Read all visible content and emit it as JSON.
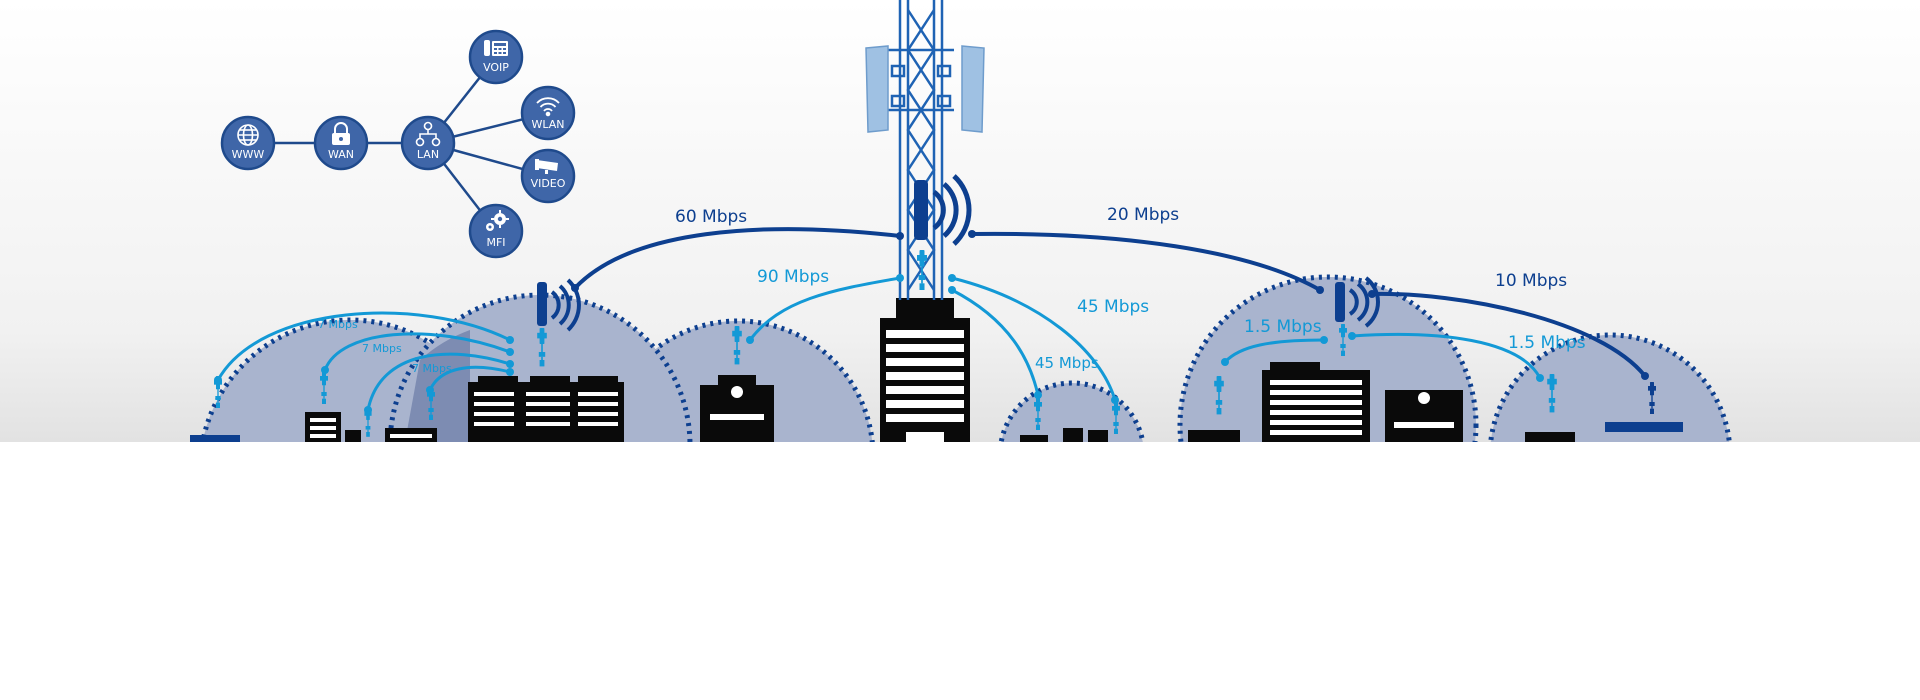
{
  "colors": {
    "navy": "#0d3f8f",
    "cyan": "#1399d6",
    "node_fill": "#3f66a8",
    "node_stroke": "#1f4a8c",
    "dome": "#a9b4ce",
    "dome_dark": "#7d8cb2",
    "building": "#0a0a0a",
    "tower": "#1f63b4",
    "panel": "#9fc1e3"
  },
  "network_nodes": [
    {
      "id": "www",
      "label": "WWW",
      "icon": "globe-icon"
    },
    {
      "id": "wan",
      "label": "WAN",
      "icon": "lock-icon"
    },
    {
      "id": "lan",
      "label": "LAN",
      "icon": "network-icon"
    },
    {
      "id": "voip",
      "label": "VOIP",
      "icon": "phone-icon"
    },
    {
      "id": "wlan",
      "label": "WLAN",
      "icon": "wifi-icon"
    },
    {
      "id": "video",
      "label": "VIDEO",
      "icon": "camera-icon"
    },
    {
      "id": "mfi",
      "label": "MFI",
      "icon": "gears-icon"
    }
  ],
  "links": {
    "tower_left": "60 Mbps",
    "tower_right": "20 Mbps",
    "tower_mid_left": "90 Mbps",
    "tower_mid_right": "45 Mbps",
    "tower_low_right": "45 Mbps",
    "right_hub_far": "10 Mbps",
    "right_hub_left": "1.5 Mbps",
    "right_hub_right": "1.5 Mbps",
    "left_hub_outer": "7 Mbps",
    "left_hub_middle": "7 Mbps",
    "left_hub_inner": "7 Mbps"
  }
}
